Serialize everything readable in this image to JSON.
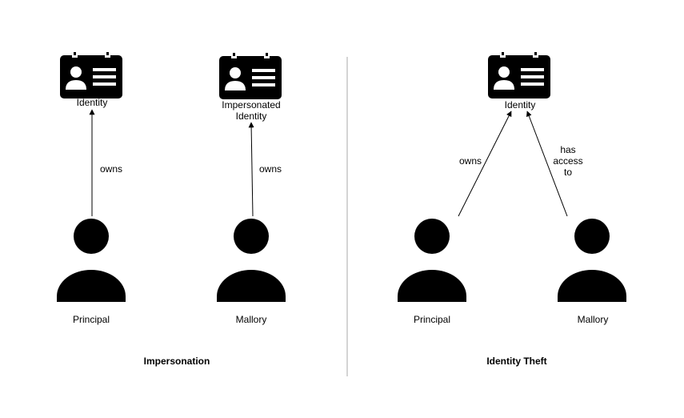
{
  "colors": {
    "ink": "#000000",
    "divider": "#aaaaaa",
    "background": "#ffffff"
  },
  "icons": {
    "badge": "id-badge-icon",
    "person": "person-icon"
  },
  "left": {
    "caption": "Impersonation",
    "identity_a": "Identity",
    "identity_b_line1": "Impersonated",
    "identity_b_line2": "Identity",
    "edge_a": "owns",
    "edge_b": "owns",
    "person_a": "Principal",
    "person_b": "Mallory"
  },
  "right": {
    "caption": "Identity Theft",
    "identity": "Identity",
    "edge_a": "owns",
    "edge_b_line1": "has",
    "edge_b_line2": "access",
    "edge_b_line3": "to",
    "person_a": "Principal",
    "person_b": "Mallory"
  }
}
